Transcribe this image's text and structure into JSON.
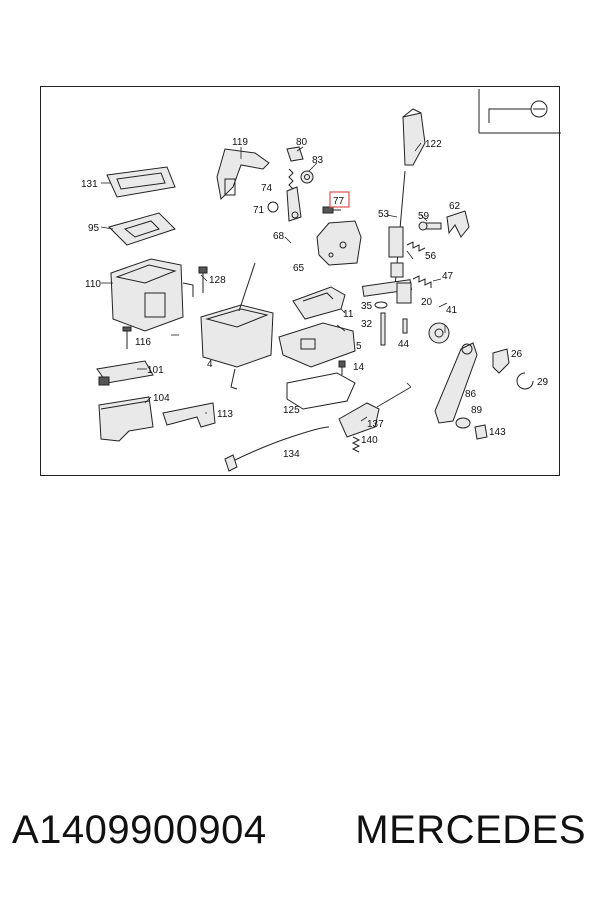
{
  "diagram": {
    "callouts": [
      {
        "id": "119",
        "label": "119"
      },
      {
        "id": "80",
        "label": "80"
      },
      {
        "id": "83",
        "label": "83"
      },
      {
        "id": "122",
        "label": "122"
      },
      {
        "id": "131",
        "label": "131"
      },
      {
        "id": "74",
        "label": "74"
      },
      {
        "id": "77",
        "label": "77",
        "highlight": true
      },
      {
        "id": "71",
        "label": "71"
      },
      {
        "id": "53",
        "label": "53"
      },
      {
        "id": "59",
        "label": "59"
      },
      {
        "id": "62",
        "label": "62"
      },
      {
        "id": "95",
        "label": "95"
      },
      {
        "id": "68",
        "label": "68"
      },
      {
        "id": "56",
        "label": "56"
      },
      {
        "id": "65",
        "label": "65"
      },
      {
        "id": "47",
        "label": "47"
      },
      {
        "id": "110",
        "label": "110"
      },
      {
        "id": "128",
        "label": "128"
      },
      {
        "id": "20",
        "label": "20"
      },
      {
        "id": "35",
        "label": "35"
      },
      {
        "id": "11",
        "label": "11"
      },
      {
        "id": "41",
        "label": "41"
      },
      {
        "id": "32",
        "label": "32"
      },
      {
        "id": "116",
        "label": "116"
      },
      {
        "id": "5",
        "label": "5"
      },
      {
        "id": "44",
        "label": "44"
      },
      {
        "id": "26",
        "label": "26"
      },
      {
        "id": "4",
        "label": "4"
      },
      {
        "id": "14",
        "label": "14"
      },
      {
        "id": "101",
        "label": "101"
      },
      {
        "id": "86",
        "label": "86"
      },
      {
        "id": "29",
        "label": "29"
      },
      {
        "id": "104",
        "label": "104"
      },
      {
        "id": "125",
        "label": "125"
      },
      {
        "id": "89",
        "label": "89"
      },
      {
        "id": "113",
        "label": "113"
      },
      {
        "id": "137",
        "label": "137"
      },
      {
        "id": "143",
        "label": "143"
      },
      {
        "id": "140",
        "label": "140"
      },
      {
        "id": "134",
        "label": "134"
      }
    ],
    "highlight_color": "#e0524f",
    "line_color": "#222222"
  },
  "caption": {
    "part_number": "A1409900904",
    "brand": "MERCEDES"
  }
}
